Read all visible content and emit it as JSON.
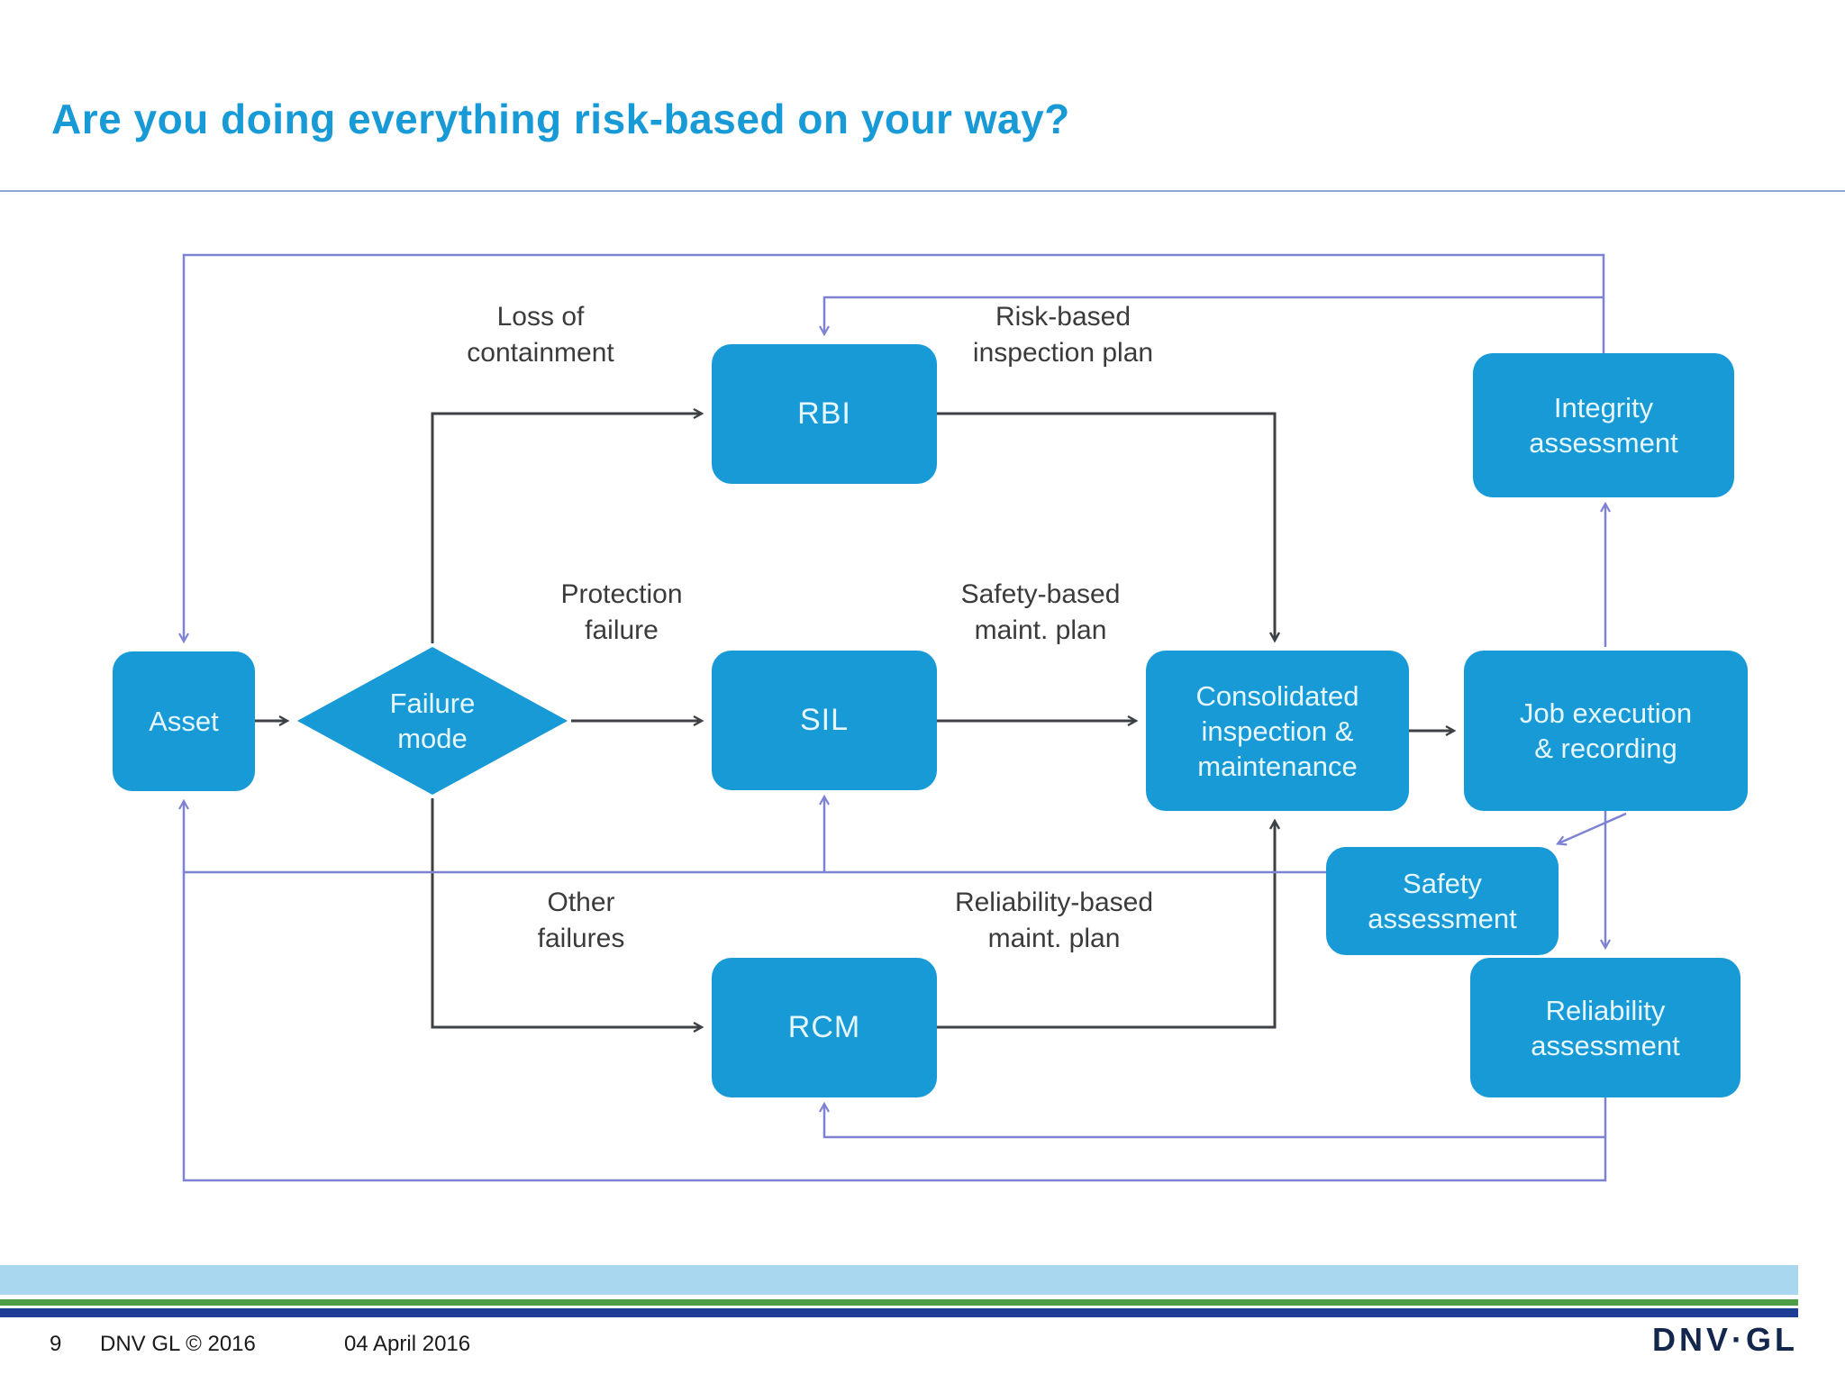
{
  "slide": {
    "title": "Are you doing everything risk-based on your way?"
  },
  "colors": {
    "title_blue": "#189AD7",
    "node_fill": "#189AD6",
    "node_text": "#E6F7FF",
    "dark_arrow": "#3D4045",
    "purple_arrow": "#7E82D2",
    "stripe_lightblue": "#A8D7EF",
    "stripe_green": "#4D9E46",
    "stripe_darkblue": "#1D3E94",
    "logo_navy": "#13264C"
  },
  "diagram": {
    "nodes": {
      "asset": {
        "lines": [
          "Asset"
        ]
      },
      "failure_mode": {
        "lines": [
          "Failure",
          "mode"
        ]
      },
      "rbi": {
        "lines": [
          "RBI"
        ]
      },
      "sil": {
        "lines": [
          "SIL"
        ]
      },
      "rcm": {
        "lines": [
          "RCM"
        ]
      },
      "consolidated": {
        "lines": [
          "Consolidated",
          "inspection &",
          "maintenance"
        ]
      },
      "job": {
        "lines": [
          "Job execution",
          "& recording"
        ]
      },
      "integrity": {
        "lines": [
          "Integrity",
          "assessment"
        ]
      },
      "safety": {
        "lines": [
          "Safety",
          "assessment"
        ]
      },
      "reliability": {
        "lines": [
          "Reliability",
          "assessment"
        ]
      }
    },
    "edge_labels": {
      "loss": {
        "lines": [
          "Loss of",
          "containment"
        ]
      },
      "risk": {
        "lines": [
          "Risk-based",
          "inspection plan"
        ]
      },
      "protection": {
        "lines": [
          "Protection",
          "failure"
        ]
      },
      "safety_based": {
        "lines": [
          "Safety-based",
          "maint. plan"
        ]
      },
      "other": {
        "lines": [
          "Other",
          "failures"
        ]
      },
      "reliability_based": {
        "lines": [
          "Reliability-based",
          "maint. plan"
        ]
      }
    }
  },
  "footer": {
    "page_number": "9",
    "copyright": "DNV GL © 2016",
    "date": "04 April 2016",
    "logo": "DNV·GL"
  }
}
